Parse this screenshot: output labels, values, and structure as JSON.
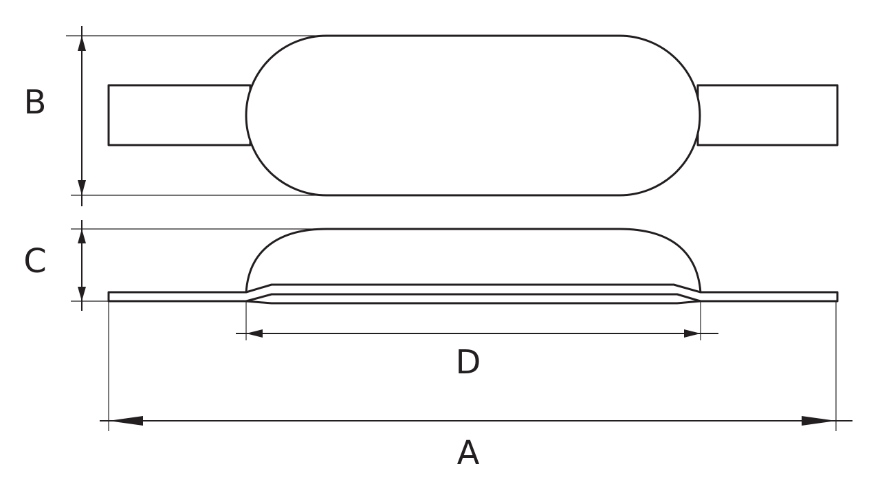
{
  "labels": {
    "a": "A",
    "b": "B",
    "c": "C",
    "d": "D"
  },
  "colors": {
    "stroke": "#231f20",
    "background": "#ffffff"
  }
}
